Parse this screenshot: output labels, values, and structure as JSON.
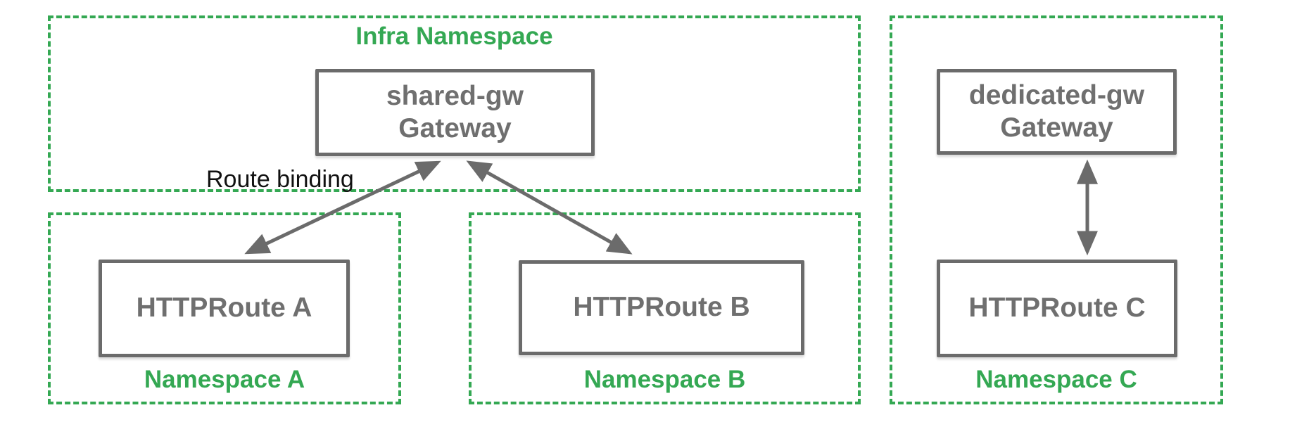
{
  "colors": {
    "namespace_green": "#34a853",
    "node_gray": "#6b6b6b",
    "node_text_gray": "#6f6f6f",
    "edge_label_black": "#111111",
    "background": "#ffffff"
  },
  "infra_namespace": {
    "label": "Infra Namespace",
    "gateway": {
      "name": "shared-gw",
      "kind": "Gateway"
    }
  },
  "edges": {
    "route_binding_label": "Route binding"
  },
  "namespace_a": {
    "label": "Namespace A",
    "route": {
      "name": "HTTPRoute A"
    }
  },
  "namespace_b": {
    "label": "Namespace B",
    "route": {
      "name": "HTTPRoute B"
    }
  },
  "namespace_c": {
    "label": "Namespace C",
    "gateway": {
      "name": "dedicated-gw",
      "kind": "Gateway"
    },
    "route": {
      "name": "HTTPRoute C"
    }
  }
}
